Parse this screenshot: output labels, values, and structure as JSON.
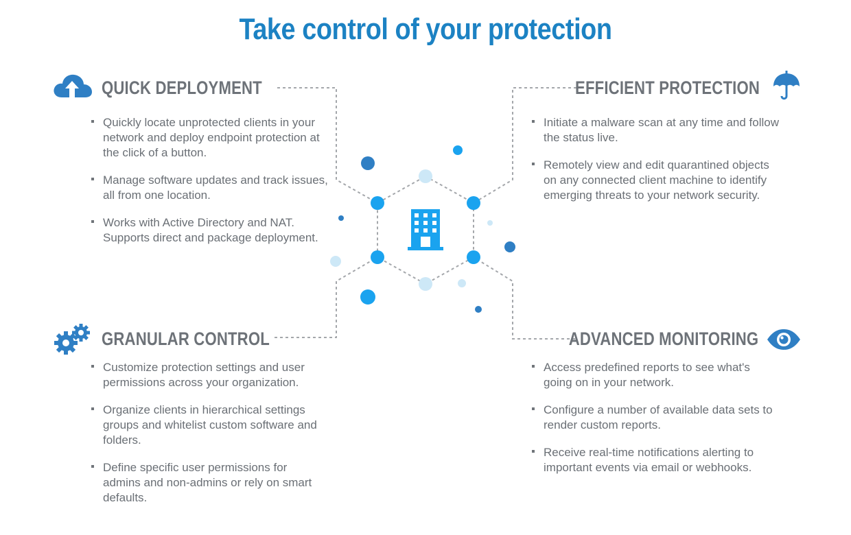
{
  "title": "Take control of your protection",
  "sections": {
    "quick_deployment": {
      "heading": "QUICK DEPLOYMENT",
      "icon": "cloud-upload-icon",
      "bullets": [
        "Quickly locate unprotected clients in your network and deploy endpoint protection at the click of a button.",
        "Manage software updates and track issues, all from one location.",
        "Works with Active Directory and NAT. Supports direct and package deployment."
      ]
    },
    "efficient_protection": {
      "heading": "EFFICIENT PROTECTION",
      "icon": "umbrella-icon",
      "bullets": [
        "Initiate a malware scan at any time and follow the status live.",
        "Remotely view and edit quarantined objects on any connected client machine to identify emerging threats to your network security."
      ]
    },
    "granular_control": {
      "heading": "GRANULAR CONTROL",
      "icon": "gears-icon",
      "bullets": [
        "Customize protection settings and user permissions across your organization.",
        "Organize clients in hierarchical settings groups and whitelist custom software and folders.",
        "Define specific user permissions for admins and non-admins or rely on smart defaults."
      ]
    },
    "advanced_monitoring": {
      "heading": "ADVANCED MONITORING",
      "icon": "eye-icon",
      "bullets": [
        "Access predefined reports to see what's going on in your network.",
        "Configure a number of available data sets to render custom reports.",
        "Receive real-time notifications alerting to important events via email or webhooks."
      ]
    }
  },
  "center_icon": "building-icon",
  "colors": {
    "title": "#1c82c3",
    "icon_blue": "#2f7fc4",
    "node_blue": "#1aa3ef",
    "heading_gray": "#6d7278",
    "text_gray": "#6a6f75"
  }
}
